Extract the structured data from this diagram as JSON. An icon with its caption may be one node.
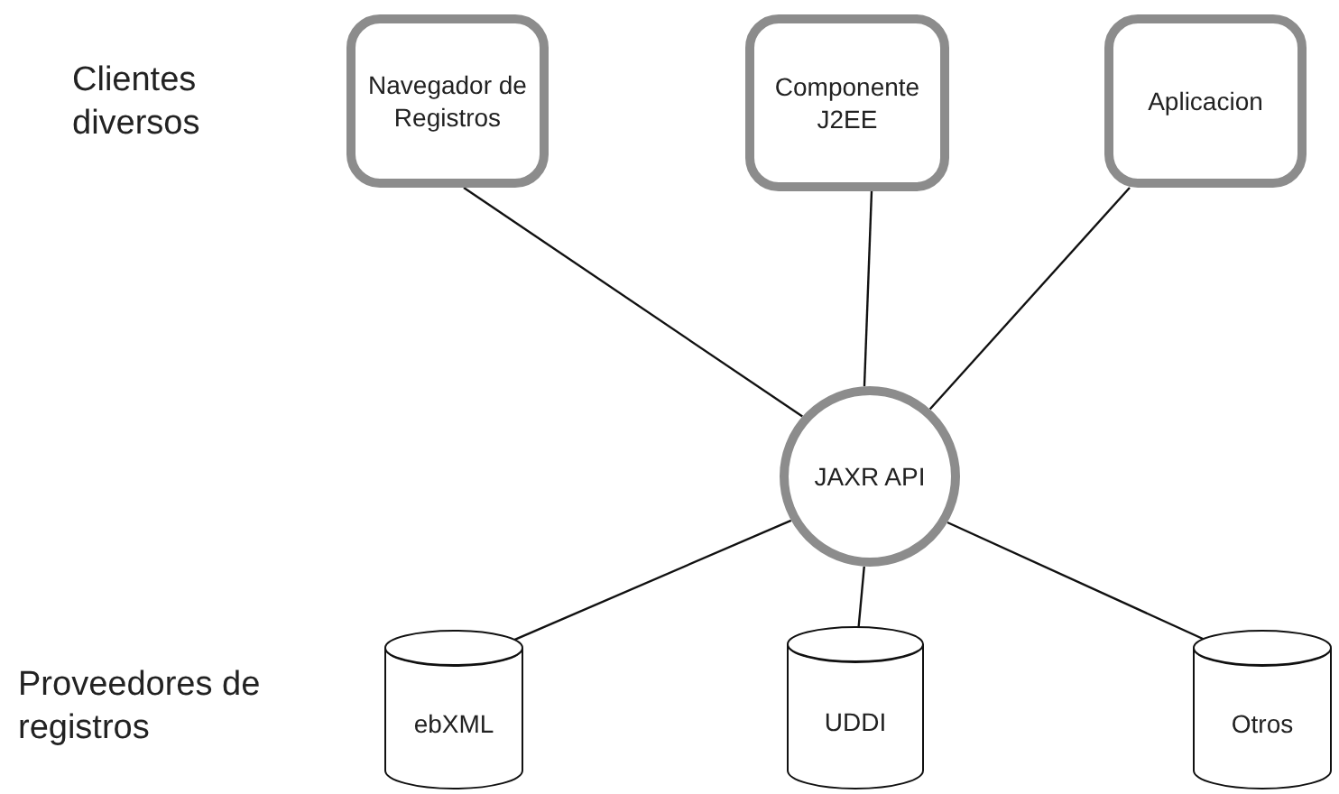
{
  "diagram": {
    "nodes": [
      {
        "text": [
          "Navegador de Registros"
        ]
      },
      {
        "text": [
          "Componente J2EE"
        ]
      },
      {
        "text": [
          "Aplicacion"
        ]
      },
      {
        "text": [
          "JAXR API"
        ]
      },
      {
        "text": [
          "ebXML"
        ]
      },
      {
        "text": [
          "UDDI"
        ]
      },
      {
        "text": [
          "Otros"
        ]
      }
    ],
    "edges": [
      {
        "from": 0,
        "to": 3,
        "arrow": "none"
      },
      {
        "from": 1,
        "to": 3,
        "arrow": "none"
      },
      {
        "from": 2,
        "to": 3,
        "arrow": "none"
      },
      {
        "from": 3,
        "to": 4,
        "arrow": "none"
      },
      {
        "from": 3,
        "to": 5,
        "arrow": "none"
      },
      {
        "from": 3,
        "to": 6,
        "arrow": "none"
      }
    ],
    "labels": [
      "Clientes diversos",
      "Proveedores de registros"
    ]
  }
}
